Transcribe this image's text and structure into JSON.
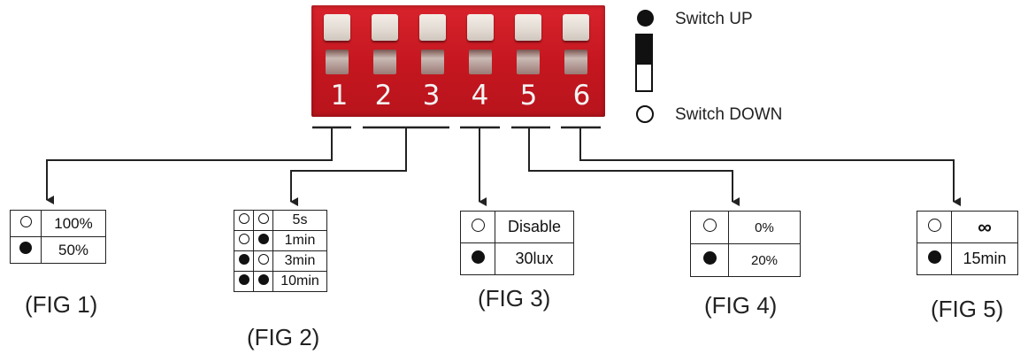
{
  "dip_switch": {
    "numbers": [
      "1",
      "2",
      "3",
      "4",
      "5",
      "6"
    ]
  },
  "legend": {
    "up_label": "Switch UP",
    "down_label": "Switch DOWN"
  },
  "figures": [
    {
      "label": "(FIG 1)",
      "rows": [
        [
          "open",
          "100%"
        ],
        [
          "filled",
          "50%"
        ]
      ]
    },
    {
      "label": "(FIG 2)",
      "rows": [
        [
          "open",
          "open",
          "5s"
        ],
        [
          "open",
          "filled",
          "1min"
        ],
        [
          "filled",
          "open",
          "3min"
        ],
        [
          "filled",
          "filled",
          "10min"
        ]
      ]
    },
    {
      "label": "(FIG 3)",
      "rows": [
        [
          "open",
          "Disable"
        ],
        [
          "filled",
          "30lux"
        ]
      ]
    },
    {
      "label": "(FIG 4)",
      "rows": [
        [
          "open",
          "0%"
        ],
        [
          "filled",
          "20%"
        ]
      ]
    },
    {
      "label": "(FIG 5)",
      "rows": [
        [
          "open",
          "∞"
        ],
        [
          "filled",
          "15min"
        ]
      ]
    }
  ],
  "colors": {
    "switch_body": "#c4161f",
    "switch_cap": "#ece6df",
    "line": "#222222"
  }
}
